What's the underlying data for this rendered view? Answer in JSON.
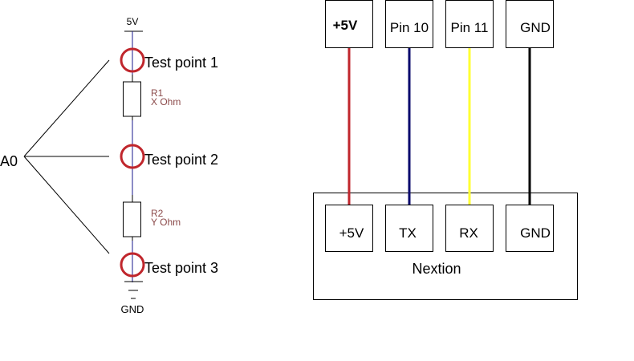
{
  "schematic": {
    "supply_label": "5V",
    "ground_label": "GND",
    "analog_pin_label": "A0",
    "test_points": [
      {
        "label": "Test point 1"
      },
      {
        "label": "Test point 2"
      },
      {
        "label": "Test point 3"
      }
    ],
    "resistors": [
      {
        "name": "R1",
        "value": "X Ohm"
      },
      {
        "name": "R2",
        "value": "Y Ohm"
      }
    ],
    "colors": {
      "wire": "#1a1a8c",
      "test_point": "#c0262c",
      "resistor_text": "#8b4a4a"
    }
  },
  "wiring": {
    "source_pins": [
      {
        "label": "+5V",
        "wire_color": "#c0262c"
      },
      {
        "label": "Pin 10",
        "wire_color": "#0b0b6e"
      },
      {
        "label": "Pin 11",
        "wire_color": "#ffff33"
      },
      {
        "label": "GND",
        "wire_color": "#000000"
      }
    ],
    "device": {
      "name": "Nextion",
      "pins": [
        {
          "label": "+5V"
        },
        {
          "label": "TX"
        },
        {
          "label": "RX"
        },
        {
          "label": "GND"
        }
      ]
    }
  }
}
